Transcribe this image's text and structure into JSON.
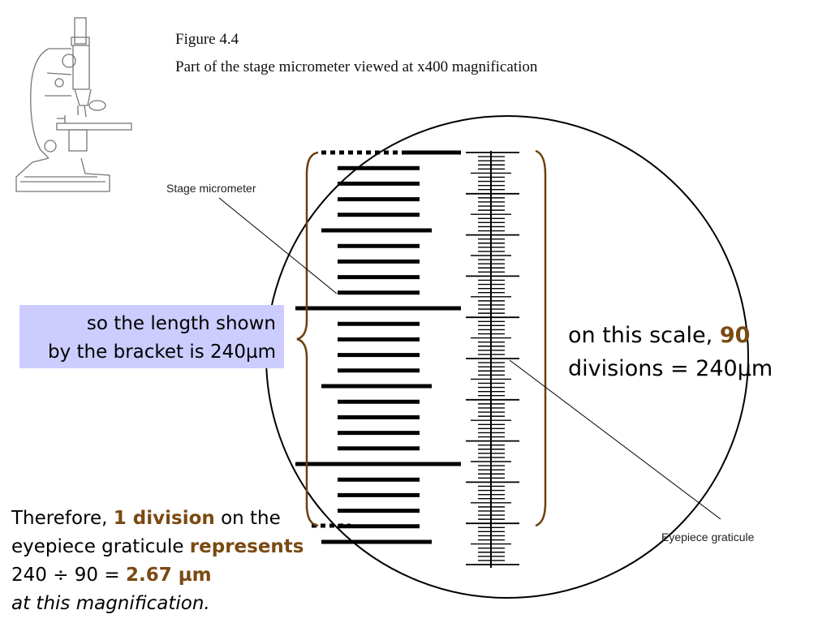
{
  "figure": {
    "number": "Figure 4.4",
    "caption": "Part of the stage micrometer viewed at x400 magnification"
  },
  "labels": {
    "stage_micrometer": "Stage micrometer",
    "eyepiece_graticule": "Eyepiece graticule"
  },
  "callout_left": {
    "line1": "so the length shown",
    "line2": "by the bracket is 240µm"
  },
  "callout_right": {
    "prefix": "on this scale,",
    "value": "90",
    "line2": "divisions = 240µm"
  },
  "conclusion": {
    "l1_a": "Therefore,",
    "l1_b": "1 division",
    "l1_c": "on the",
    "l2_a": "eyepiece graticule",
    "l2_b": "represents",
    "l3_a": "240 ÷ 90 =",
    "l3_b": "2.67 µm",
    "l4": "at this magnification."
  },
  "icons": [
    "microscope-icon"
  ],
  "colors": {
    "accent": "#7a4a12",
    "callout_bg": "#ccccff",
    "bracket": "#6b3f10"
  }
}
